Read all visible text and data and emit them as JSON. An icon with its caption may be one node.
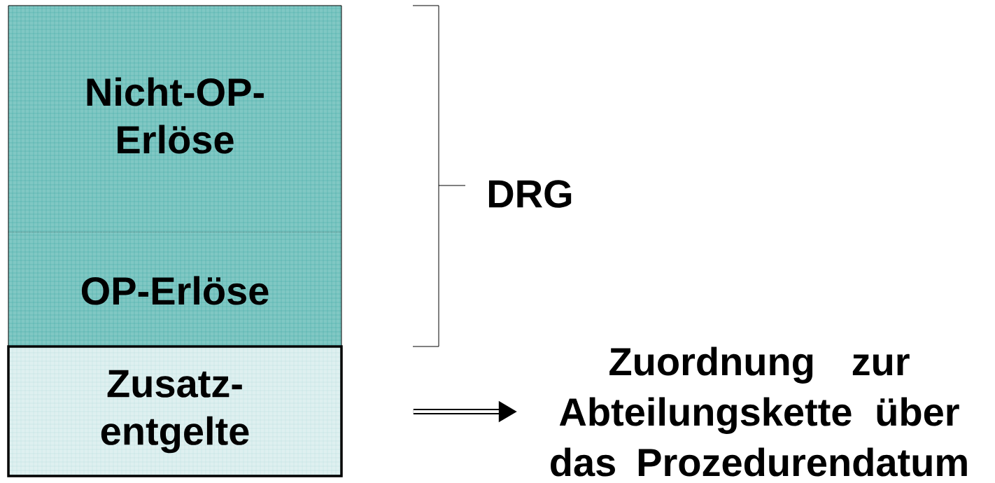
{
  "diagram": {
    "nodes": [
      {
        "text": [
          "Nicht-OP- Erlöse"
        ]
      },
      {
        "text": [
          "OP-Erlöse"
        ]
      },
      {
        "text": [
          "Zusatz- entgelte"
        ]
      },
      {
        "text": [
          "Zuordnung zur Abteilungskette über das Prozedurendatum"
        ]
      }
    ],
    "edges": [
      {
        "from": null,
        "to": 3,
        "arrow": "to"
      }
    ],
    "labels": [
      "DRG"
    ]
  }
}
